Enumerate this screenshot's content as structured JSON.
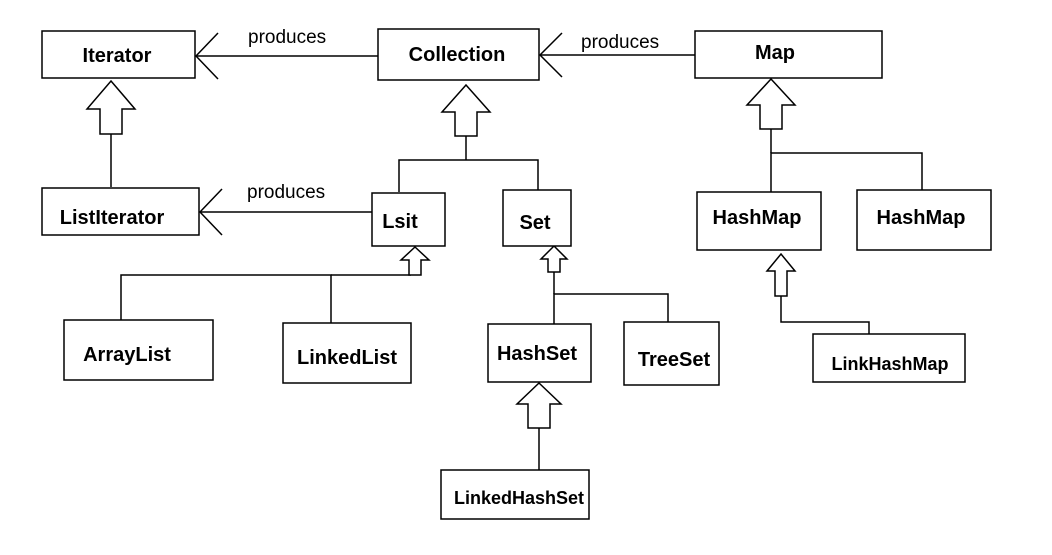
{
  "nodes": {
    "iterator": "Iterator",
    "collection": "Collection",
    "map": "Map",
    "list_iterator": "ListIterator",
    "list": "Lsit",
    "set": "Set",
    "hashmap_1": "HashMap",
    "hashmap_2": "HashMap",
    "arraylist": "ArrayList",
    "linkedlist": "LinkedList",
    "hashset": "HashSet",
    "treeset": "TreeSet",
    "linkhashmap": "LinkHashMap",
    "linkedhashset": "LinkedHashSet"
  },
  "edges": {
    "collection_to_iterator": "produces",
    "map_to_collection": "produces",
    "list_to_listiterator": "produces"
  }
}
